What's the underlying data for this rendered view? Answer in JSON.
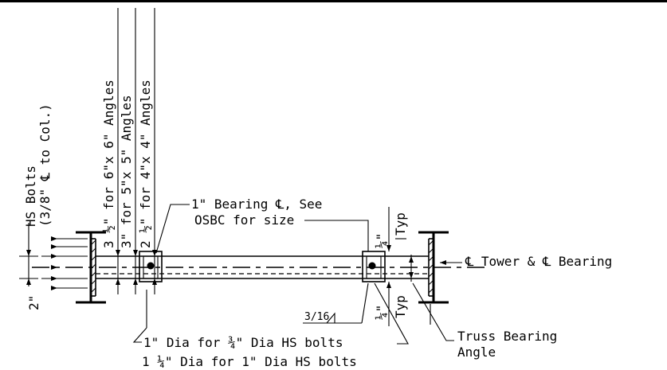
{
  "labels": {
    "hs_bolts": "HS Bolts",
    "pl_to_col": "(3/8\" ℄ to Col.)",
    "angle_6x6": "3 ½\" for 6\"x 6\" Angles",
    "angle_5x5": "3\" for 5\"x 5\" Angles",
    "angle_4x4": "2 ½\" for 4\"x 4\" Angles",
    "bearing_pl_line1": "1\" Bearing ℄, See",
    "bearing_pl_line2": "OSBC for size",
    "quarter_top": "¼\"",
    "typ_top": "Typ",
    "quarter_bottom": "¼\"",
    "typ_bottom": "Typ",
    "tower_bearing": "℄ Tower & ℄ Bearing",
    "weld_size": "3/16",
    "two_inch": "2\"",
    "dia_line1": "1\" Dia for ¾\" Dia HS bolts",
    "dia_line2": "1 ¼\" Dia for 1\" Dia HS bolts",
    "truss_line1": "Truss Bearing",
    "truss_line2": "Angle"
  }
}
